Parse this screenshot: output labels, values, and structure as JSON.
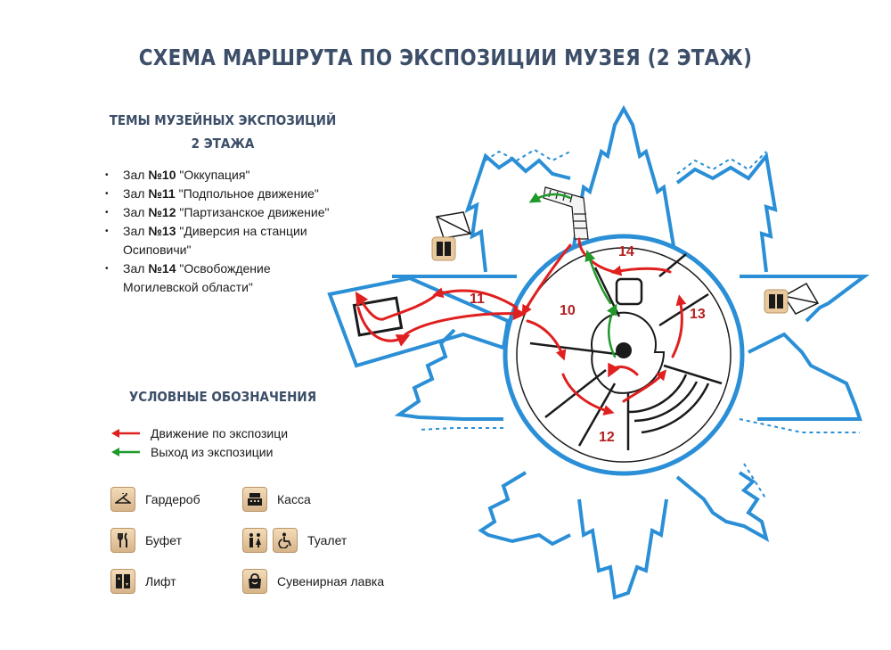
{
  "title": "СХЕМА МАРШРУТА ПО ЭКСПОЗИЦИИ  МУЗЕЯ (2 ЭТАЖ)",
  "topics": {
    "heading_line1": "ТЕМЫ МУЗЕЙНЫХ ЭКСПОЗИЦИЙ",
    "heading_line2": "2 ЭТАЖА",
    "items": [
      {
        "prefix": "Зал ",
        "number": "№10",
        "text": " \"Оккупация\""
      },
      {
        "prefix": "Зал ",
        "number": "№11",
        "text": " \"Подпольное движение\""
      },
      {
        "prefix": "Зал ",
        "number": "№12",
        "text": " \"Партизанское движение\""
      },
      {
        "prefix": "Зал ",
        "number": "№13",
        "text": " \"Диверсия на станции Осиповичи\""
      },
      {
        "prefix": "Зал ",
        "number": "№14",
        "text": " \"Освобождение Могилевской области\""
      }
    ]
  },
  "legend": {
    "heading": "УСЛОВНЫЕ ОБОЗНАЧЕНИЯ",
    "routes": [
      {
        "label": "Движение по экспозици",
        "color": "#e01f1f"
      },
      {
        "label": "Выход из экспозиции",
        "color": "#1f9a2a"
      }
    ],
    "facilities": [
      {
        "label": "Гардероб",
        "icon": "hanger-icon"
      },
      {
        "label": "Касса",
        "icon": "cash-register-icon"
      },
      {
        "label": "Буфет",
        "icon": "cutlery-icon"
      },
      {
        "label": "Туалет",
        "icon": "toilet-icon"
      },
      {
        "label": "Лифт",
        "icon": "elevator-icon"
      },
      {
        "label": "Сувенирная лавка",
        "icon": "shopping-bag-icon"
      }
    ]
  },
  "map": {
    "halls": [
      {
        "number": "10"
      },
      {
        "number": "11"
      },
      {
        "number": "12"
      },
      {
        "number": "13"
      },
      {
        "number": "14"
      }
    ],
    "wall_color": "#2a8fd6",
    "route_color": "#e01f1f",
    "exit_color": "#1f9a2a"
  }
}
